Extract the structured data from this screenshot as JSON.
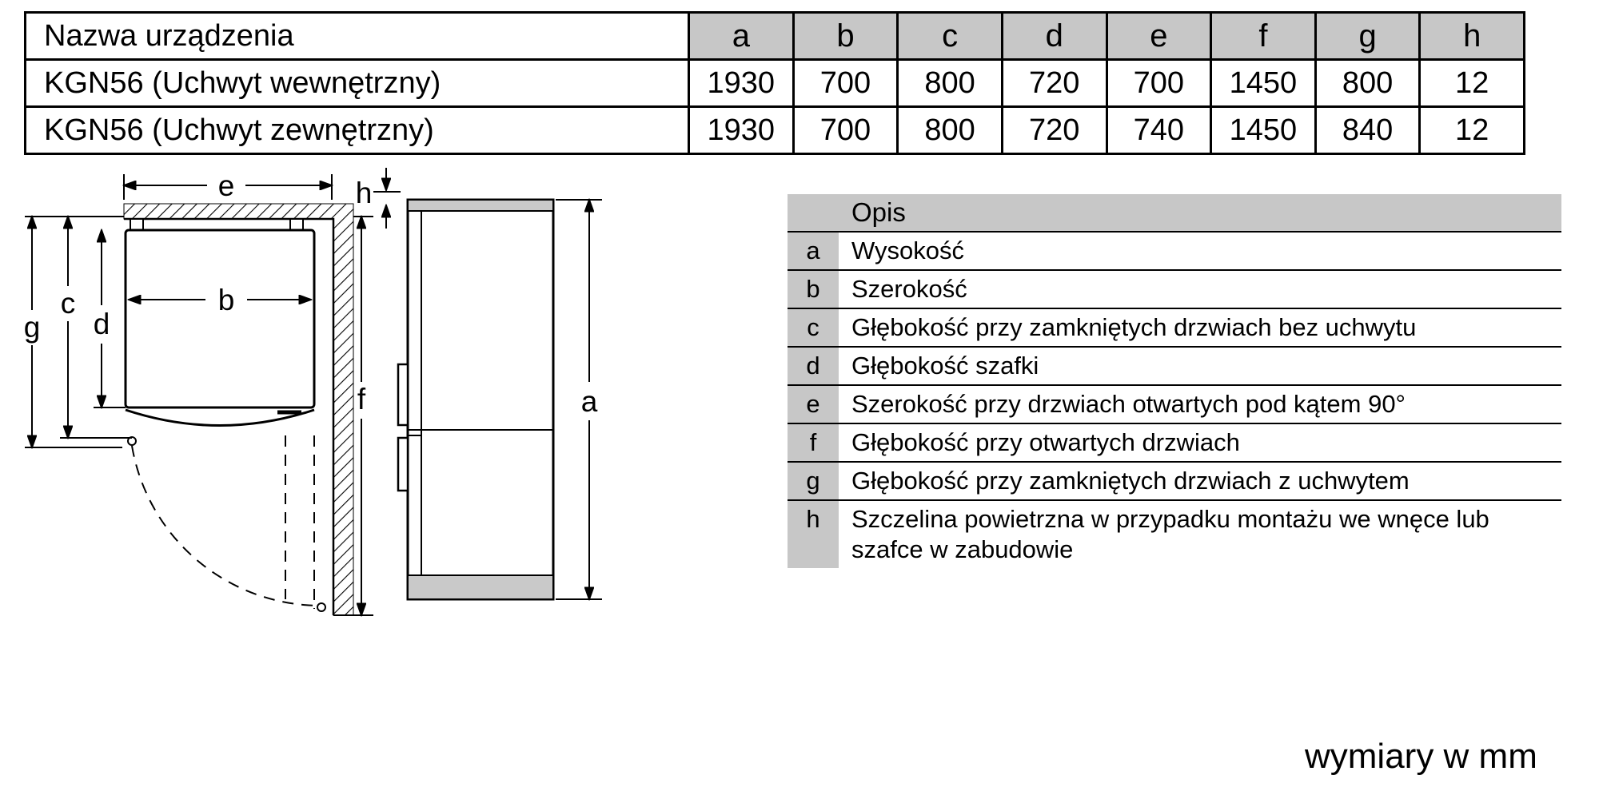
{
  "dim_table": {
    "name_header": "Nazwa urządzenia",
    "col_headers": [
      "a",
      "b",
      "c",
      "d",
      "e",
      "f",
      "g",
      "h"
    ],
    "rows": [
      {
        "name": "KGN56 (Uchwyt wewnętrzny)",
        "values": [
          "1930",
          "700",
          "800",
          "720",
          "700",
          "1450",
          "800",
          "12"
        ]
      },
      {
        "name": "KGN56 (Uchwyt zewnętrzny)",
        "values": [
          "1930",
          "700",
          "800",
          "720",
          "740",
          "1450",
          "840",
          "12"
        ]
      }
    ]
  },
  "legend": {
    "header": "Opis",
    "items": [
      {
        "key": "a",
        "desc": "Wysokość"
      },
      {
        "key": "b",
        "desc": "Szerokość"
      },
      {
        "key": "c",
        "desc": "Głębokość przy zamkniętych drzwiach bez uchwytu"
      },
      {
        "key": "d",
        "desc": "Głębokość szafki"
      },
      {
        "key": "e",
        "desc": "Szerokość przy drzwiach otwartych pod kątem 90°"
      },
      {
        "key": "f",
        "desc": "Głębokość przy otwartych drzwiach"
      },
      {
        "key": "g",
        "desc": "Głębokość przy zamkniętych drzwiach z uchwytem"
      },
      {
        "key": "h",
        "desc": "Szczelina powietrzna w przypadku montażu we wnęce lub szafce w zabudowie"
      }
    ]
  },
  "diagram": {
    "labels": {
      "a": "a",
      "b": "b",
      "c": "c",
      "d": "d",
      "e": "e",
      "f": "f",
      "g": "g",
      "h": "h"
    }
  },
  "footer": {
    "note": "wymiary w mm"
  },
  "colors": {
    "header_bg": "#c7c7c7",
    "line": "#000000",
    "appliance_gray": "#c9c9c9"
  }
}
